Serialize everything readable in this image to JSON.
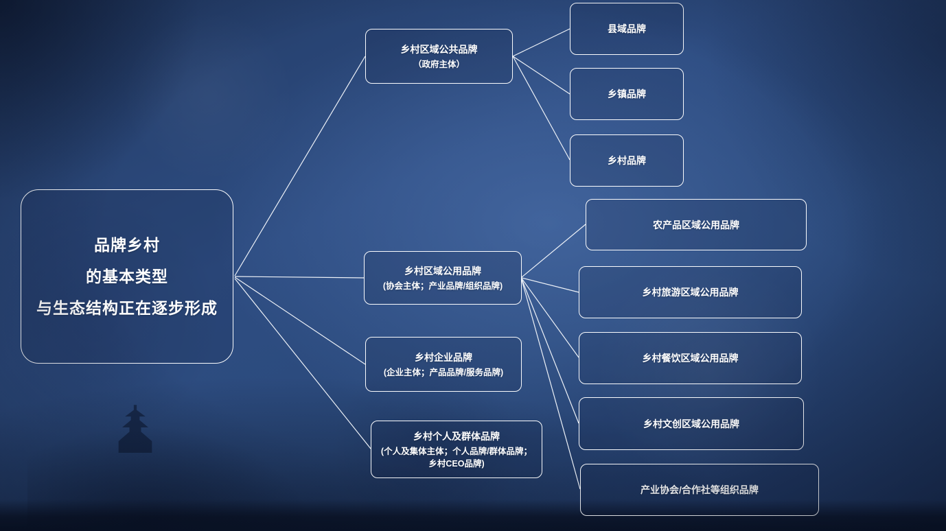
{
  "colors": {
    "background": "#2b4a7c",
    "box_border": "#ffffff",
    "text": "#ffffff",
    "connector": "#ffffff"
  },
  "diagram": {
    "root": {
      "lines": [
        "品牌乡村",
        "的基本类型",
        "与生态结构正在逐步形成"
      ]
    },
    "branches": [
      {
        "title": "乡村区域公共品牌",
        "subtitle": "（政府主体）",
        "children": [
          "县域品牌",
          "乡镇品牌",
          "乡村品牌"
        ]
      },
      {
        "title": "乡村区域公用品牌",
        "subtitle": "(协会主体；产业品牌/组织品牌)",
        "children": [
          "农产品区域公用品牌",
          "乡村旅游区域公用品牌",
          "乡村餐饮区域公用品牌",
          "乡村文创区域公用品牌",
          "产业协会/合作社等组织品牌"
        ]
      },
      {
        "title": "乡村企业品牌",
        "subtitle": "(企业主体；产品品牌/服务品牌)",
        "children": []
      },
      {
        "title": "乡村个人及群体品牌",
        "subtitle": "(个人及集体主体；个人品牌/群体品牌；乡村CEO品牌)",
        "children": []
      }
    ]
  }
}
